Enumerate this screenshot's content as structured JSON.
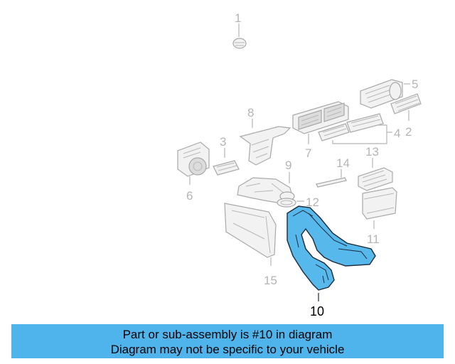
{
  "callouts": {
    "c1": "1",
    "c2": "2",
    "c3": "3",
    "c4": "4",
    "c5": "5",
    "c6": "6",
    "c7": "7",
    "c8": "8",
    "c9": "9",
    "c10": "10",
    "c11": "11",
    "c12": "12",
    "c13": "13",
    "c14": "14",
    "c15": "15"
  },
  "highlighted_part": "10",
  "highlight_color": "#57b8ec",
  "banner": {
    "line1": "Part or sub-assembly is #10 in diagram",
    "line2": "Diagram may not be specific to your vehicle",
    "color": "#4fb4ec"
  }
}
